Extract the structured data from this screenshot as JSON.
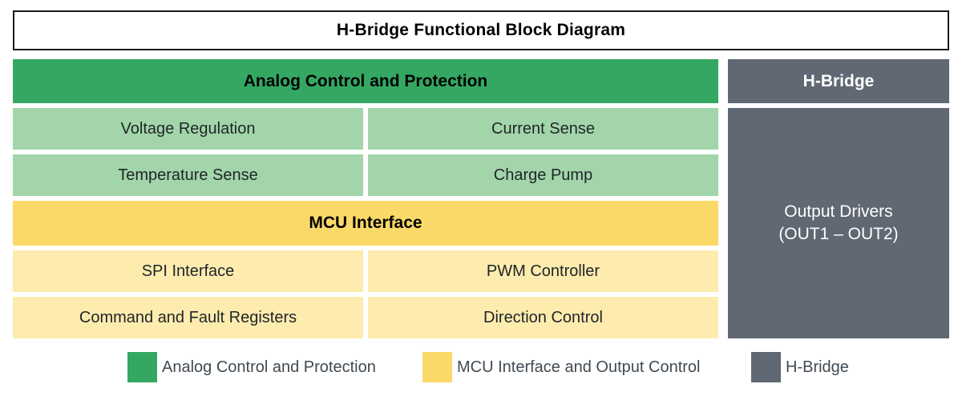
{
  "title": "H-Bridge Functional Block Diagram",
  "colors": {
    "green": "#34a863",
    "green_light": "#a2d6aa",
    "yellow": "#fbd968",
    "yellow_light": "#fdecae",
    "gray": "#5f6873",
    "border": "#1a1a1a",
    "cell_text": "#1f2428",
    "legend_text": "#404a52",
    "white_text": "#ffffff"
  },
  "left": {
    "analog": {
      "header": "Analog Control and Protection",
      "cells": [
        [
          "Voltage Regulation",
          "Current Sense"
        ],
        [
          "Temperature Sense",
          "Charge Pump"
        ]
      ]
    },
    "mcu": {
      "header": "MCU Interface",
      "cells": [
        [
          "SPI Interface",
          "PWM Controller"
        ],
        [
          "Command and Fault Registers",
          "Direction Control"
        ]
      ]
    }
  },
  "right": {
    "header": "H-Bridge",
    "output_block": {
      "line1": "Output Drivers",
      "line2": "(OUT1 – OUT2)"
    }
  },
  "legend": {
    "items": [
      {
        "label": "Analog Control and Protection",
        "swatch": "green"
      },
      {
        "label": "MCU Interface and Output Control",
        "swatch": "yellow"
      },
      {
        "label": "H-Bridge",
        "swatch": "gray"
      }
    ]
  }
}
